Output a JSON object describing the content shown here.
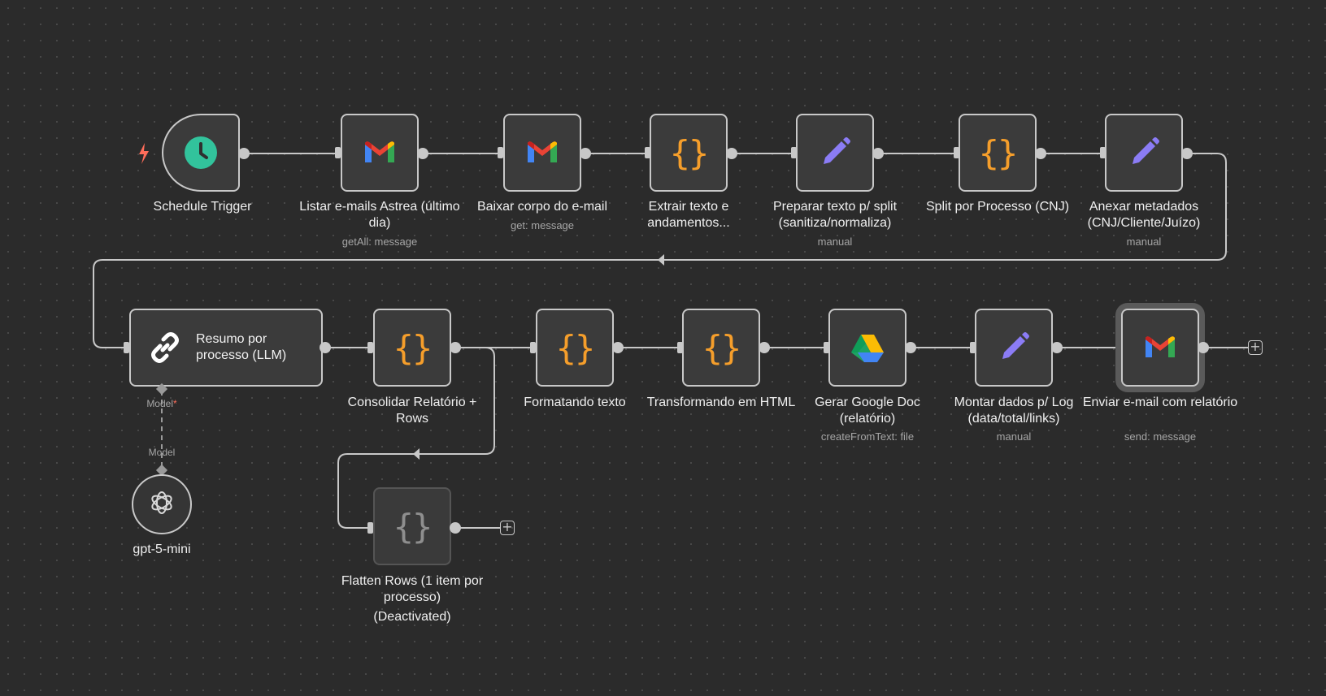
{
  "nodes": {
    "schedule": {
      "title": "Schedule Trigger"
    },
    "listar": {
      "title": "Listar e-mails Astrea (último dia)",
      "subtitle": "getAll: message"
    },
    "baixar": {
      "title": "Baixar corpo do e-mail",
      "subtitle": "get: message"
    },
    "extrair": {
      "title": "Extrair texto e andamentos..."
    },
    "preparar": {
      "title": "Preparar texto p/ split (sanitiza/normaliza)",
      "subtitle": "manual"
    },
    "split": {
      "title": "Split por Processo (CNJ)"
    },
    "anexar": {
      "title": "Anexar metadados (CNJ/Cliente/Juízo)",
      "subtitle": "manual"
    },
    "resumo": {
      "title": "Resumo por processo (LLM)"
    },
    "consolidar": {
      "title": "Consolidar Relatório + Rows"
    },
    "formatando": {
      "title": "Formatando texto"
    },
    "transformando": {
      "title": "Transformando em HTML"
    },
    "gerar": {
      "title": "Gerar Google Doc (relatório)",
      "subtitle": "createFromText: file"
    },
    "montar": {
      "title": "Montar dados p/ Log (data/total/links)",
      "subtitle": "manual"
    },
    "enviar": {
      "title": "Enviar e-mail com relatório",
      "subtitle": "send: message"
    },
    "flatten": {
      "title": "Flatten Rows (1 item por processo)",
      "status": "(Deactivated)"
    },
    "model": {
      "title": "gpt-5-mini"
    }
  },
  "ports": {
    "model_label": "Model",
    "model_required": "*",
    "model_target_label": "Model"
  },
  "buttons": {
    "add_node": "+"
  },
  "colors": {
    "canvas": "#2b2b2b",
    "node_bg": "#3b3b3b",
    "node_border": "#c8c8c8",
    "trigger_icon": "#32c39c",
    "code_icon": "#f59e2b",
    "edit_icon": "#8b7cf5",
    "trigger_bolt": "#ff6d5a"
  },
  "icons": {
    "schedule": "clock-icon",
    "gmail": "gmail-icon",
    "code": "code-braces-icon",
    "set": "pencil-icon",
    "llm": "link-chain-icon",
    "drive": "google-drive-icon",
    "openai": "openai-icon",
    "trigger": "lightning-bolt-icon"
  }
}
